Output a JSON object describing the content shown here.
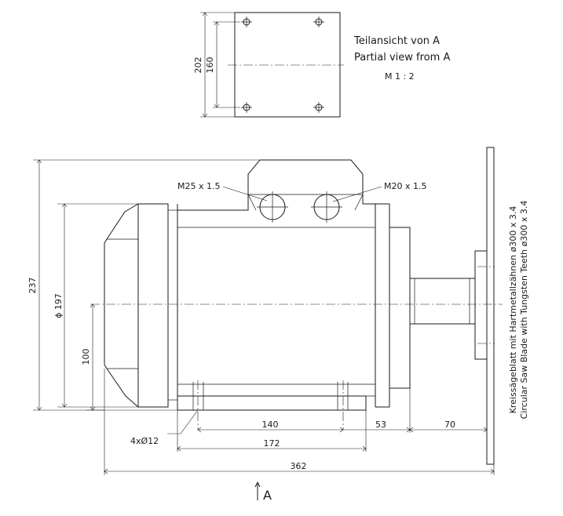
{
  "partial_view": {
    "title_de": "Teilansicht von A",
    "title_en": "Partial view from A",
    "scale": "M 1 : 2",
    "dim_height_outer": "202",
    "dim_height_holes": "160"
  },
  "callouts": {
    "cable_entry_left": "M25 x 1.5",
    "cable_entry_right": "M20 x 1.5",
    "mounting_holes": "4xØ12"
  },
  "dimensions": {
    "overall_height": "237",
    "diameter": "ϕ 197",
    "shaft_height": "100",
    "hole_spacing": "140",
    "foot_length": "172",
    "flange_to_shaft": "53",
    "shaft_to_blade": "70",
    "overall_length": "362"
  },
  "blade_label": {
    "line_de": "Kreissägeblatt mit Hartmetallzähnen ø300 x 3.4",
    "line_en": "Circular Saw Blade with Tungsten Teeth ø300 x 3.4"
  },
  "view_marker": {
    "label": "A"
  }
}
